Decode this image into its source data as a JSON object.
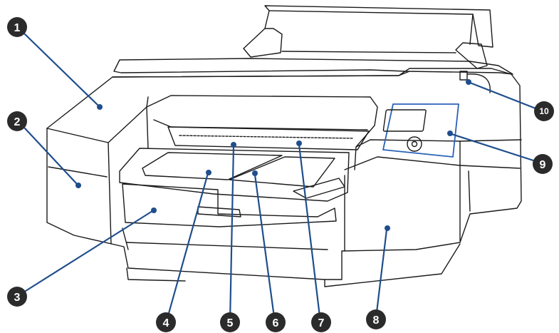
{
  "callouts": [
    {
      "label": "1"
    },
    {
      "label": "2"
    },
    {
      "label": "3"
    },
    {
      "label": "4"
    },
    {
      "label": "5"
    },
    {
      "label": "6"
    },
    {
      "label": "7"
    },
    {
      "label": "8"
    },
    {
      "label": "9"
    },
    {
      "label": "10"
    }
  ],
  "colors": {
    "leader": "#1f4e8c",
    "marker": "#2b2b2b",
    "outline": "#1a1a1a",
    "panel_accent": "#2a62b8"
  }
}
